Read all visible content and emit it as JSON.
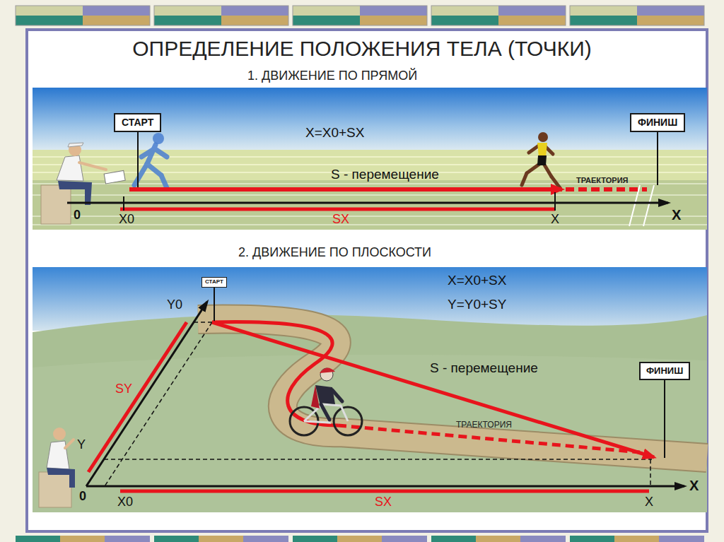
{
  "diagram": {
    "title": "ОПРЕДЕЛЕНИЕ ПОЛОЖЕНИЯ ТЕЛА (ТОЧКИ)",
    "nodes": [
      {
        "text": [
          "СТАРТ"
        ]
      },
      {
        "text": [
          "ФИНИШ"
        ]
      },
      {
        "text": [
          "СТАРТ"
        ]
      },
      {
        "text": [
          "ФИНИШ"
        ]
      }
    ],
    "labels": [
      "1. ДВИЖЕНИЕ ПО ПРЯМОЙ",
      "X=X0+SX",
      "S - перемещение",
      "ТРАЕКТОРИЯ",
      "0",
      "X0",
      "SX",
      "X",
      "X",
      "2. ДВИЖЕНИЕ ПО ПЛОСКОСТИ",
      "X=X0+SX",
      "Y=Y0+SY",
      "Y0",
      "SY",
      "S - перемещение",
      "ТРАЕКТОРИЯ",
      "Y",
      "0",
      "X0",
      "SX",
      "X",
      "X"
    ]
  }
}
